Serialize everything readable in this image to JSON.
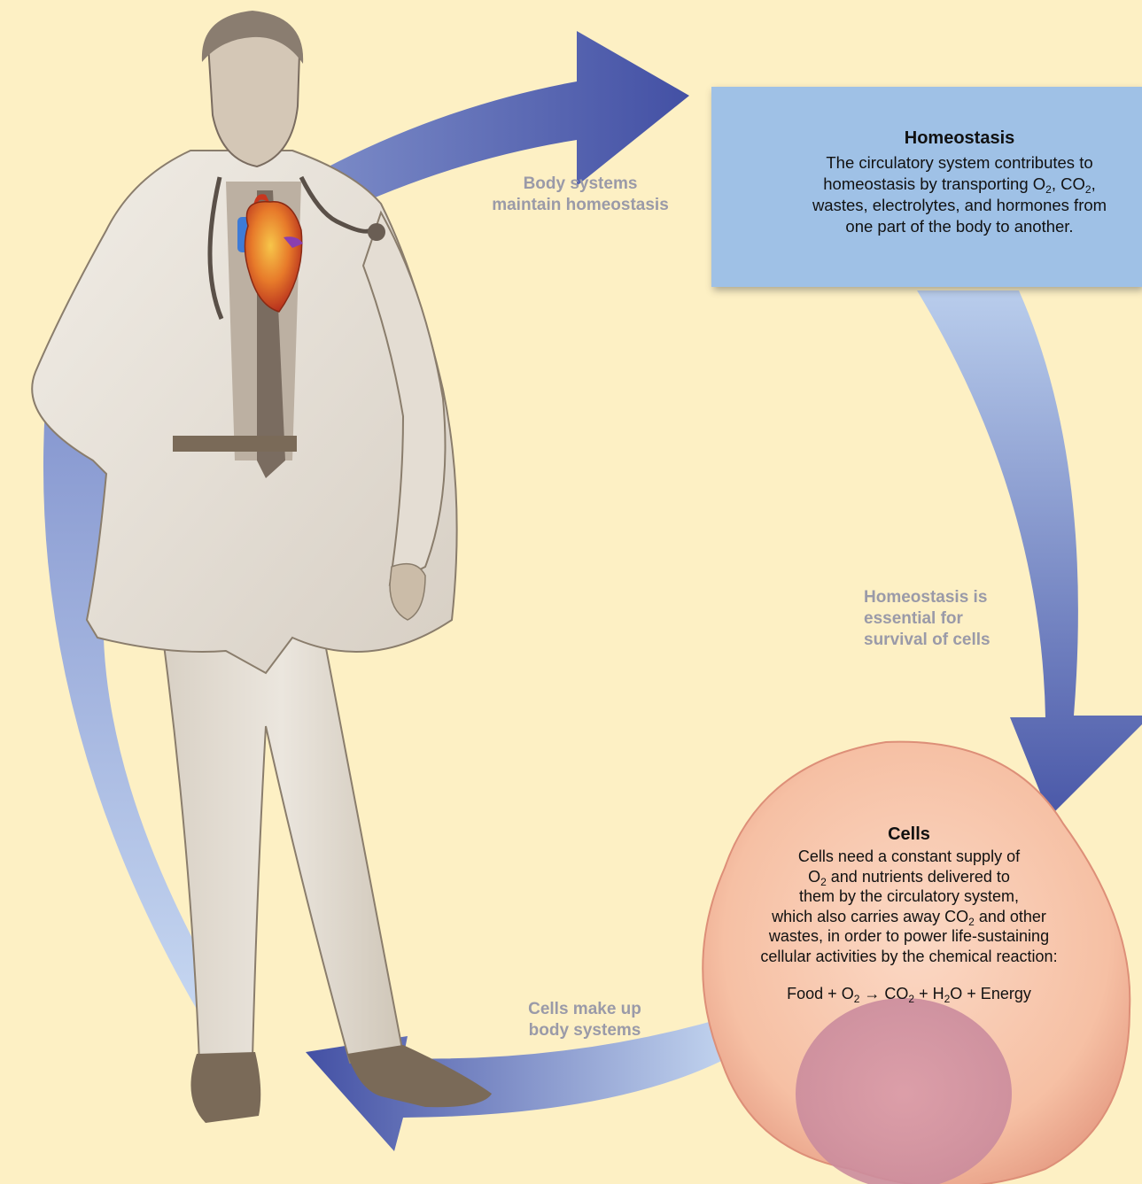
{
  "labels": {
    "body_systems": [
      "Body systems",
      "maintain homeostasis"
    ],
    "homeostasis_essential": [
      "Homeostasis is",
      "essential for",
      "survival of cells"
    ],
    "cells_make_up": [
      "Cells make up",
      "body systems"
    ]
  },
  "homeostasis_box": {
    "title": "Homeostasis",
    "line1": "The circulatory system contributes to",
    "line2_pre": "homeostasis by transporting O",
    "line2_sub1": "2",
    "line2_mid": ", CO",
    "line2_sub2": "2",
    "line2_post": ",",
    "line3": "wastes, electrolytes, and hormones from",
    "line4": "one part of the body to another."
  },
  "cells": {
    "title": "Cells",
    "line1": "Cells need a constant supply of",
    "line2_o": "O",
    "line2_sub": "2",
    "line2_post": " and nutrients delivered to",
    "line3": "them by the circulatory system,",
    "line4_pre": "which also carries away CO",
    "line4_sub": "2",
    "line4_post": " and other",
    "line5": "wastes, in order to power life-sustaining",
    "line6": "cellular activities by the chemical reaction:",
    "equation": {
      "food": "Food + O",
      "o2_sub": "2",
      "arrow": " → CO",
      "co2_sub": "2",
      "h2o": " + H",
      "h2o_sub": "2",
      "end": "O + Energy"
    }
  },
  "colors": {
    "background": "#fdf0c4",
    "arrow_dark": "#4a5aa8",
    "arrow_light": "#c4d6f0",
    "box_fill": "#9fc1e6",
    "cell_fill": "#f6c4a8",
    "nucleus_fill": "#d9a1ad",
    "label_gray": "#9a9aa8"
  },
  "icons": {
    "figure": "doctor-figure-icon",
    "heart": "heart-icon",
    "cell": "cell-icon"
  }
}
